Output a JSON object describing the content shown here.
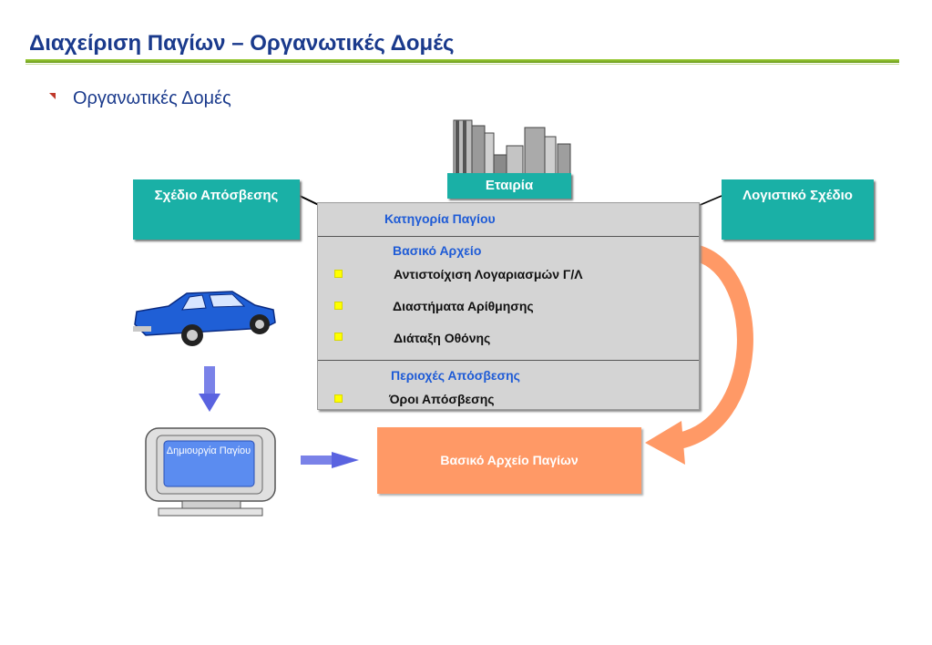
{
  "header": {
    "title": "Διαχείριση  Παγίων – Οργανωτικές Δομές",
    "subtitle": "Οργανωτικές Δομές"
  },
  "nodes": {
    "company": "Εταιρία",
    "depreciation_schedule": "Σχέδιο Απόσβεσης",
    "chart_of_accounts": "Λογιστικό Σχέδιο",
    "asset_master": "Βασικό Αρχείο Παγίων",
    "create_asset": "Δημιουργία Παγίου"
  },
  "panel": {
    "category": "Κατηγορία Παγίου",
    "master_heading": "Βασικό Αρχείο",
    "master_items": [
      "Αντιστοίχιση Λογαριασμών Γ/Λ",
      "Διαστήματα Αρίθμησης",
      "Διάταξη Οθόνης"
    ],
    "areas_heading": "Περιοχές Απόσβεσης",
    "areas_items": [
      "Όροι Απόσβεσης"
    ]
  },
  "colors": {
    "title": "#1a3a8c",
    "teal": "#1ab0a6",
    "orange": "#ff9966",
    "panel": "#d4d4d4",
    "panel_heading": "#1e5bd6"
  },
  "icons": [
    "building-icon",
    "car-icon",
    "monitor-icon",
    "down-arrow-icon",
    "right-arrow-icon",
    "curved-arrow-icon"
  ]
}
